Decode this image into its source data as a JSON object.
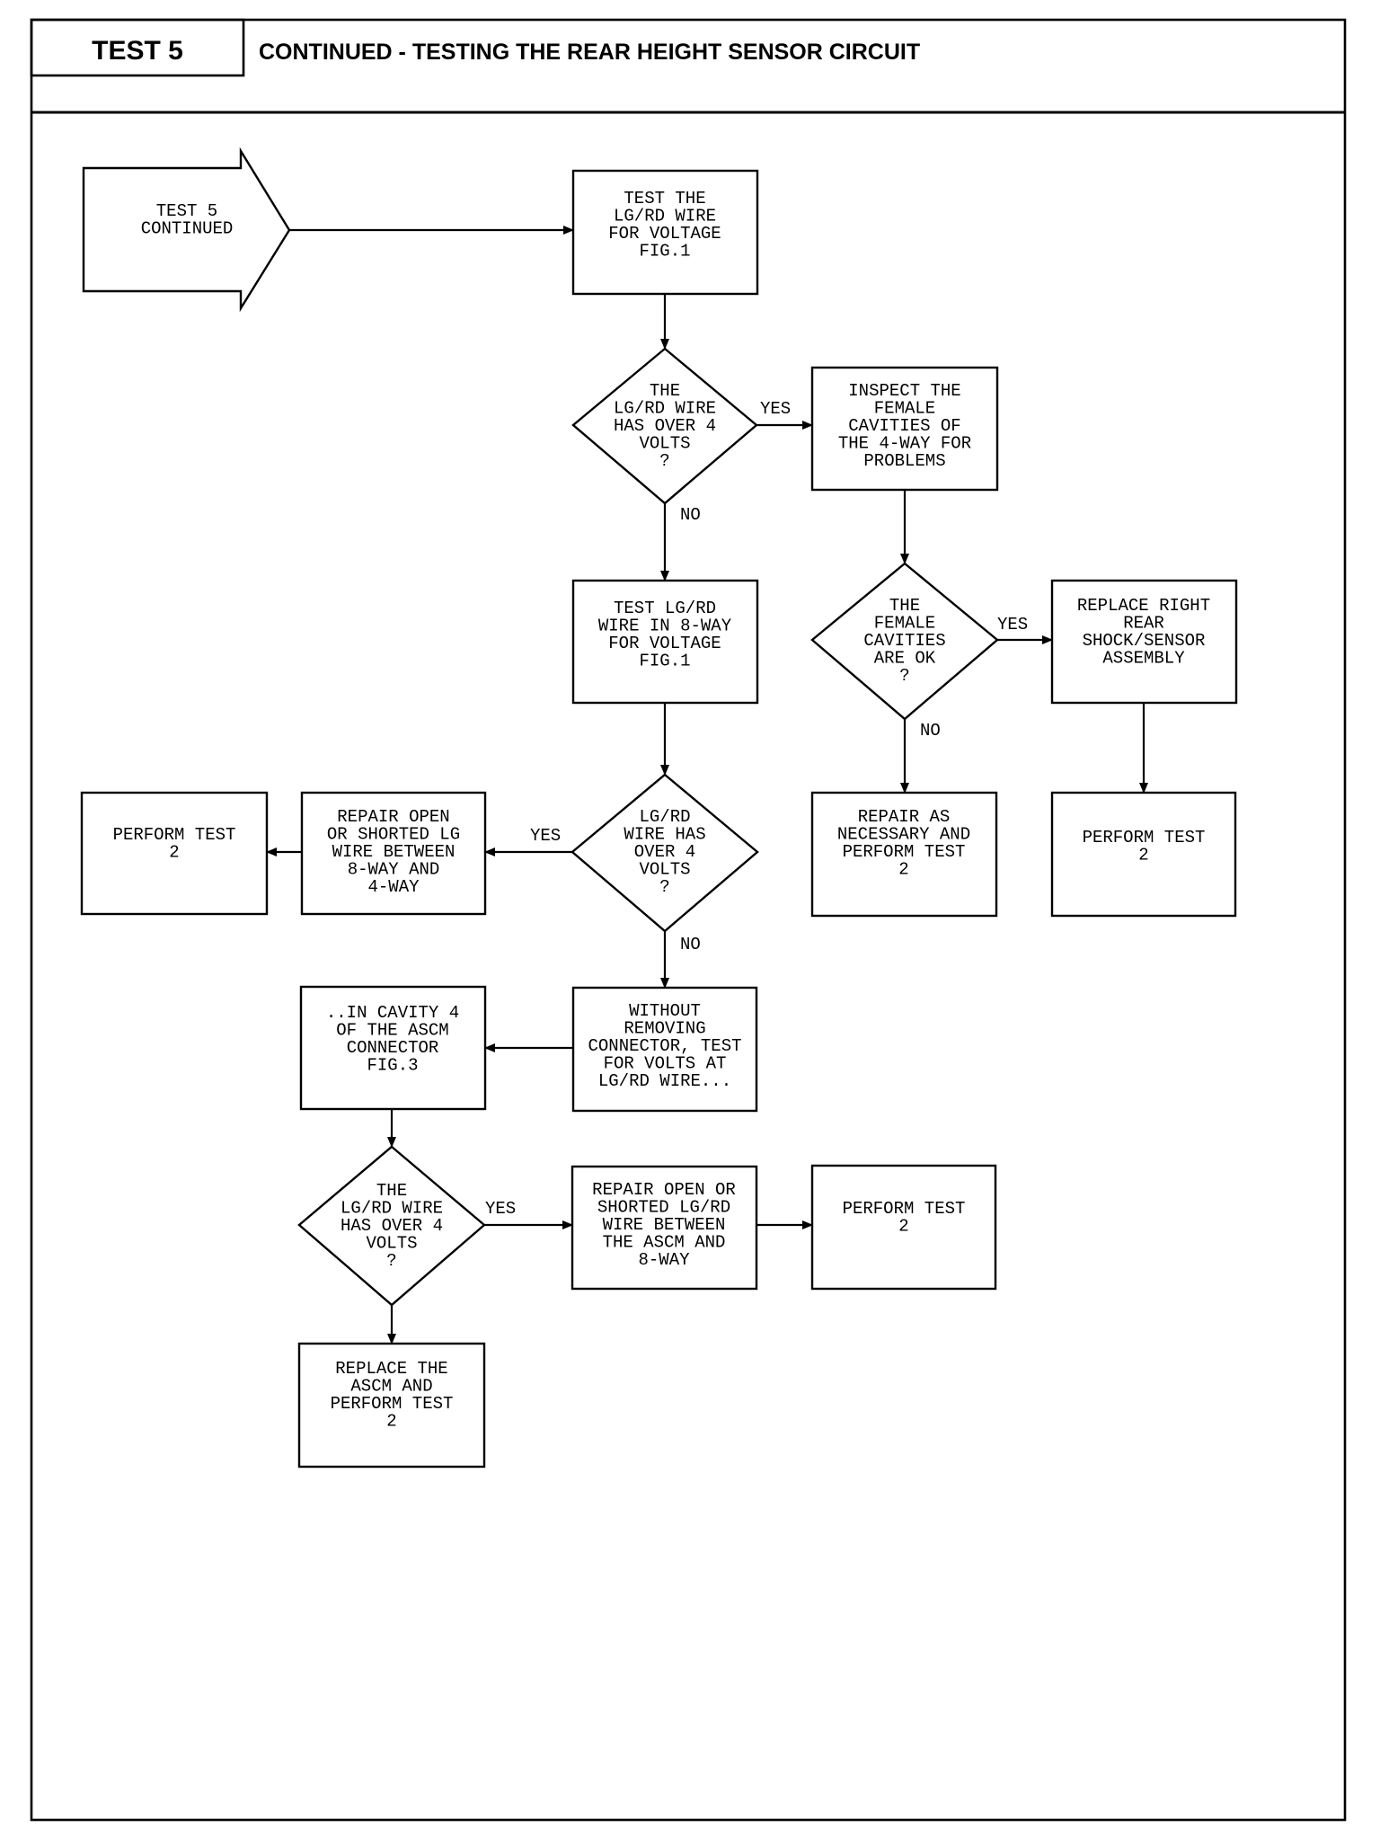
{
  "header": {
    "test_label": "TEST 5",
    "title": "CONTINUED - TESTING THE REAR HEIGHT SENSOR CIRCUIT"
  },
  "nodes": [
    {
      "id": "start",
      "lines": [
        "TEST 5",
        "CONTINUED"
      ]
    },
    {
      "id": "test_lgrd_voltage",
      "lines": [
        "TEST THE",
        "LG/RD WIRE",
        "FOR VOLTAGE",
        "FIG.1"
      ]
    },
    {
      "id": "d_over4_a",
      "lines": [
        "THE",
        "LG/RD WIRE",
        "HAS OVER 4",
        "VOLTS",
        "?"
      ]
    },
    {
      "id": "inspect_female",
      "lines": [
        "INSPECT THE",
        "FEMALE",
        "CAVITIES OF",
        "THE 4-WAY FOR",
        "PROBLEMS"
      ]
    },
    {
      "id": "test_8way",
      "lines": [
        "TEST LG/RD",
        "WIRE IN 8-WAY",
        "FOR VOLTAGE",
        "FIG.1"
      ]
    },
    {
      "id": "d_cavities_ok",
      "lines": [
        "THE",
        "FEMALE",
        "CAVITIES",
        "ARE OK",
        "?"
      ]
    },
    {
      "id": "replace_shock",
      "lines": [
        "REPLACE RIGHT",
        "REAR",
        "SHOCK/SENSOR",
        "ASSEMBLY"
      ]
    },
    {
      "id": "perform_left",
      "lines": [
        "PERFORM TEST",
        "2"
      ]
    },
    {
      "id": "repair_8way_4way",
      "lines": [
        "REPAIR OPEN",
        "OR SHORTED LG",
        "WIRE BETWEEN",
        "8-WAY AND",
        "4-WAY"
      ]
    },
    {
      "id": "d_over4_b",
      "lines": [
        "LG/RD",
        "WIRE HAS",
        "OVER 4",
        "VOLTS",
        "?"
      ]
    },
    {
      "id": "repair_necessary",
      "lines": [
        "REPAIR AS",
        "NECESSARY AND",
        "PERFORM TEST",
        "2"
      ]
    },
    {
      "id": "perform_right",
      "lines": [
        "PERFORM TEST",
        "2"
      ]
    },
    {
      "id": "in_cavity4",
      "lines": [
        "..IN CAVITY 4",
        "OF THE ASCM",
        "CONNECTOR",
        "FIG.3"
      ]
    },
    {
      "id": "without_removing",
      "lines": [
        "WITHOUT",
        "REMOVING",
        "CONNECTOR, TEST",
        "FOR VOLTS AT",
        "LG/RD WIRE..."
      ]
    },
    {
      "id": "d_over4_c",
      "lines": [
        "THE",
        "LG/RD WIRE",
        "HAS OVER 4",
        "VOLTS",
        "?"
      ]
    },
    {
      "id": "repair_ascm_8way",
      "lines": [
        "REPAIR OPEN OR",
        "SHORTED LG/RD",
        "WIRE BETWEEN",
        "THE ASCM AND",
        "8-WAY"
      ]
    },
    {
      "id": "perform_bottom",
      "lines": [
        "PERFORM TEST",
        "2"
      ]
    },
    {
      "id": "replace_ascm",
      "lines": [
        "REPLACE THE",
        "ASCM AND",
        "PERFORM TEST",
        "2"
      ]
    }
  ],
  "edges": [
    {
      "from": "start",
      "to": "test_lgrd_voltage",
      "label": ""
    },
    {
      "from": "test_lgrd_voltage",
      "to": "d_over4_a",
      "label": ""
    },
    {
      "from": "d_over4_a",
      "to": "inspect_female",
      "label": "YES"
    },
    {
      "from": "d_over4_a",
      "to": "test_8way",
      "label": "NO"
    },
    {
      "from": "inspect_female",
      "to": "d_cavities_ok",
      "label": ""
    },
    {
      "from": "d_cavities_ok",
      "to": "replace_shock",
      "label": "YES"
    },
    {
      "from": "d_cavities_ok",
      "to": "repair_necessary",
      "label": "NO"
    },
    {
      "from": "replace_shock",
      "to": "perform_right",
      "label": ""
    },
    {
      "from": "test_8way",
      "to": "d_over4_b",
      "label": ""
    },
    {
      "from": "d_over4_b",
      "to": "repair_8way_4way",
      "label": "YES"
    },
    {
      "from": "repair_8way_4way",
      "to": "perform_left",
      "label": ""
    },
    {
      "from": "d_over4_b",
      "to": "without_removing",
      "label": "NO"
    },
    {
      "from": "without_removing",
      "to": "in_cavity4",
      "label": ""
    },
    {
      "from": "in_cavity4",
      "to": "d_over4_c",
      "label": ""
    },
    {
      "from": "d_over4_c",
      "to": "repair_ascm_8way",
      "label": "YES"
    },
    {
      "from": "repair_ascm_8way",
      "to": "perform_bottom",
      "label": ""
    },
    {
      "from": "d_over4_c",
      "to": "replace_ascm",
      "label": ""
    }
  ]
}
